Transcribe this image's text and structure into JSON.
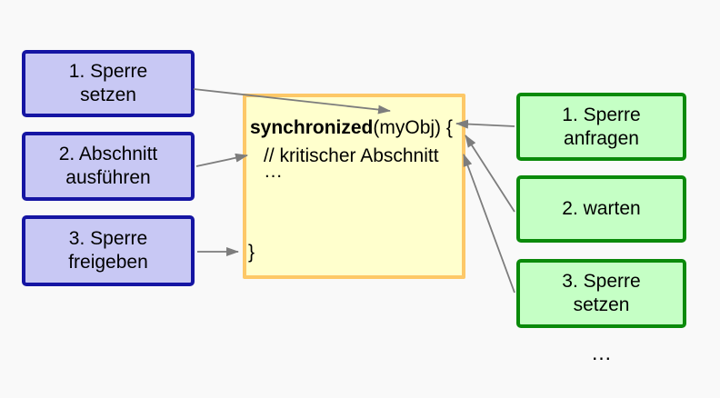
{
  "diagram": {
    "left_boxes": [
      {
        "line1": "1. Sperre",
        "line2": "setzen"
      },
      {
        "line1": "2. Abschnitt",
        "line2": "ausführen"
      },
      {
        "line1": "3. Sperre",
        "line2": "freigeben"
      }
    ],
    "code_box": {
      "keyword": "synchronized",
      "line1_rest": "(myObj) {",
      "line2": "// kritischer Abschnitt",
      "line3": "…",
      "line4": "}"
    },
    "right_boxes": [
      {
        "line1": "1. Sperre",
        "line2": "anfragen"
      },
      {
        "line1": "2. warten"
      },
      {
        "line1": "3. Sperre",
        "line2": "setzen"
      }
    ],
    "footer_ellipsis": "…",
    "colors": {
      "background": "#f9f9f9",
      "left_box_fill": "#c8c8f4",
      "left_box_border": "#1515a3",
      "right_box_fill": "#c5ffc5",
      "right_box_border": "#0a8a0a",
      "code_box_fill": "#ffffcd",
      "code_box_border": "#fdc868",
      "arrow": "#7d7d7d",
      "text": "#000000"
    }
  }
}
